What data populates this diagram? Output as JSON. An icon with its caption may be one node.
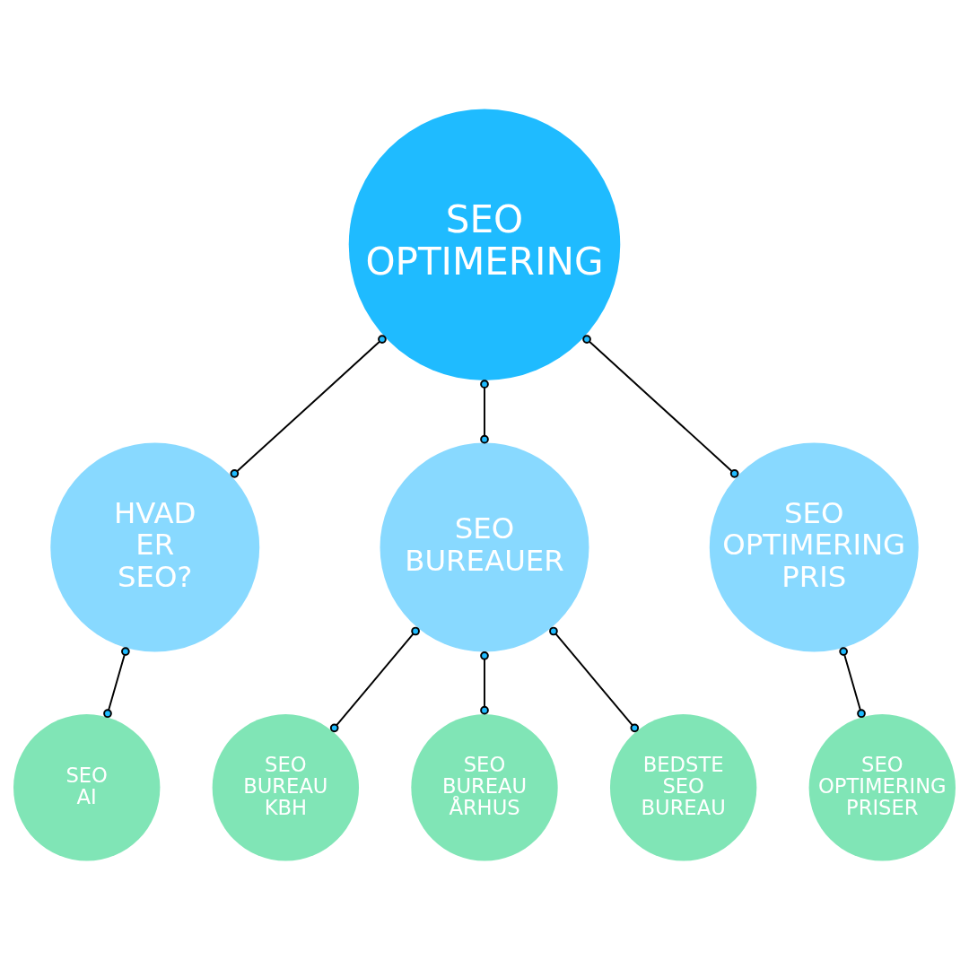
{
  "diagram": {
    "nodes": [
      {
        "text": [
          "SEO OPTIMERING"
        ]
      },
      {
        "text": [
          "HVAD ER SEO?"
        ]
      },
      {
        "text": [
          "SEO BUREAUER"
        ]
      },
      {
        "text": [
          "SEO OPTIMERING PRIS"
        ]
      },
      {
        "text": [
          "SEO AI"
        ]
      },
      {
        "text": [
          "SEO BUREAU KBH"
        ]
      },
      {
        "text": [
          "SEO BUREAU ÅRHUS"
        ]
      },
      {
        "text": [
          "BEDSTE SEO BUREAU"
        ]
      },
      {
        "text": [
          "SEO OPTIMERING PRISER"
        ]
      }
    ],
    "edges": [
      {
        "from": 0,
        "to": 1,
        "arrow": "other"
      },
      {
        "from": 0,
        "to": 2,
        "arrow": "other"
      },
      {
        "from": 0,
        "to": 3,
        "arrow": "other"
      },
      {
        "from": 1,
        "to": 4,
        "arrow": "other"
      },
      {
        "from": 2,
        "to": 5,
        "arrow": "other"
      },
      {
        "from": 2,
        "to": 6,
        "arrow": "other"
      },
      {
        "from": 2,
        "to": 7,
        "arrow": "other"
      },
      {
        "from": 3,
        "to": 8,
        "arrow": "other"
      }
    ]
  }
}
